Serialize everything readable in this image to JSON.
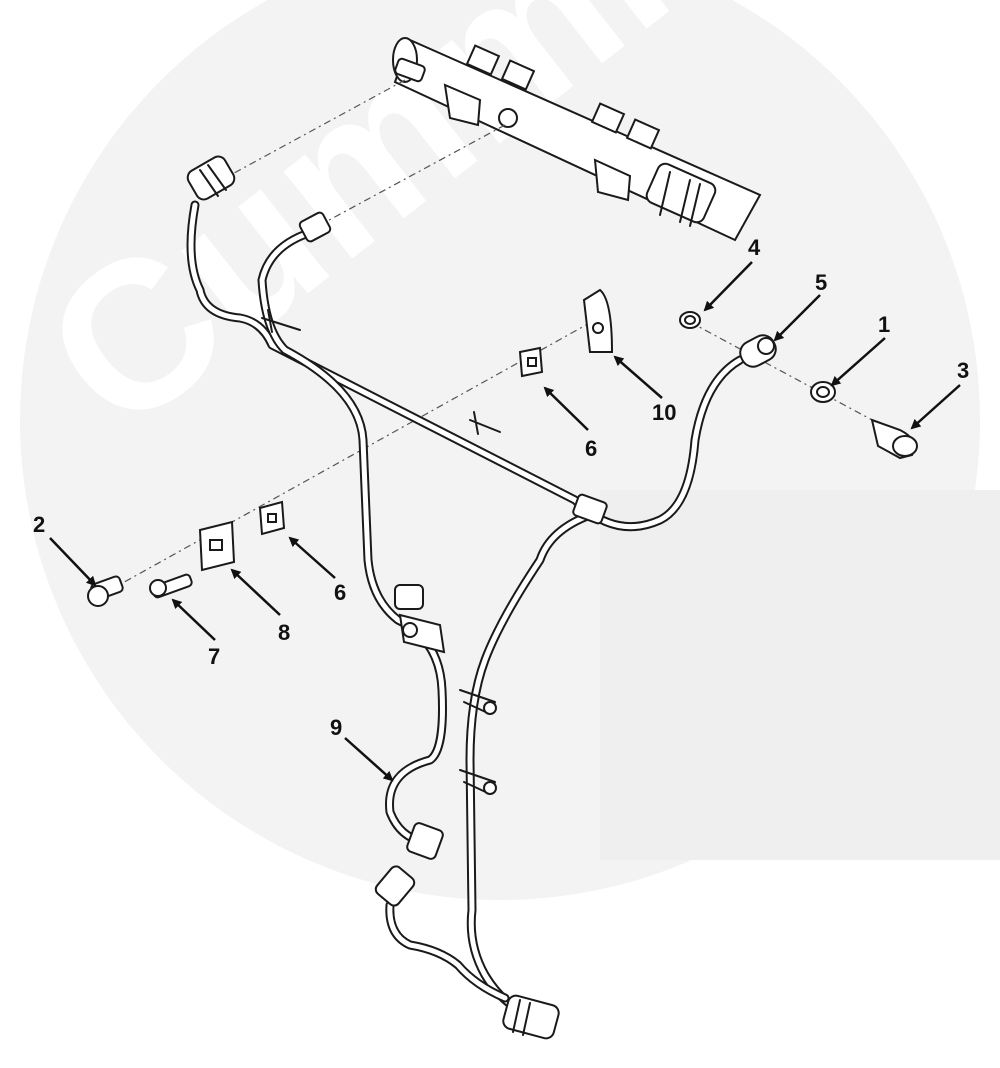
{
  "diagram": {
    "watermark": "Cummins",
    "callouts": [
      {
        "id": "c1",
        "label": "1"
      },
      {
        "id": "c2",
        "label": "2"
      },
      {
        "id": "c3",
        "label": "3"
      },
      {
        "id": "c4",
        "label": "4"
      },
      {
        "id": "c5",
        "label": "5"
      },
      {
        "id": "c6a",
        "label": "6"
      },
      {
        "id": "c6b",
        "label": "6"
      },
      {
        "id": "c7",
        "label": "7"
      },
      {
        "id": "c8",
        "label": "8"
      },
      {
        "id": "c9",
        "label": "9"
      },
      {
        "id": "c10",
        "label": "10"
      }
    ]
  }
}
